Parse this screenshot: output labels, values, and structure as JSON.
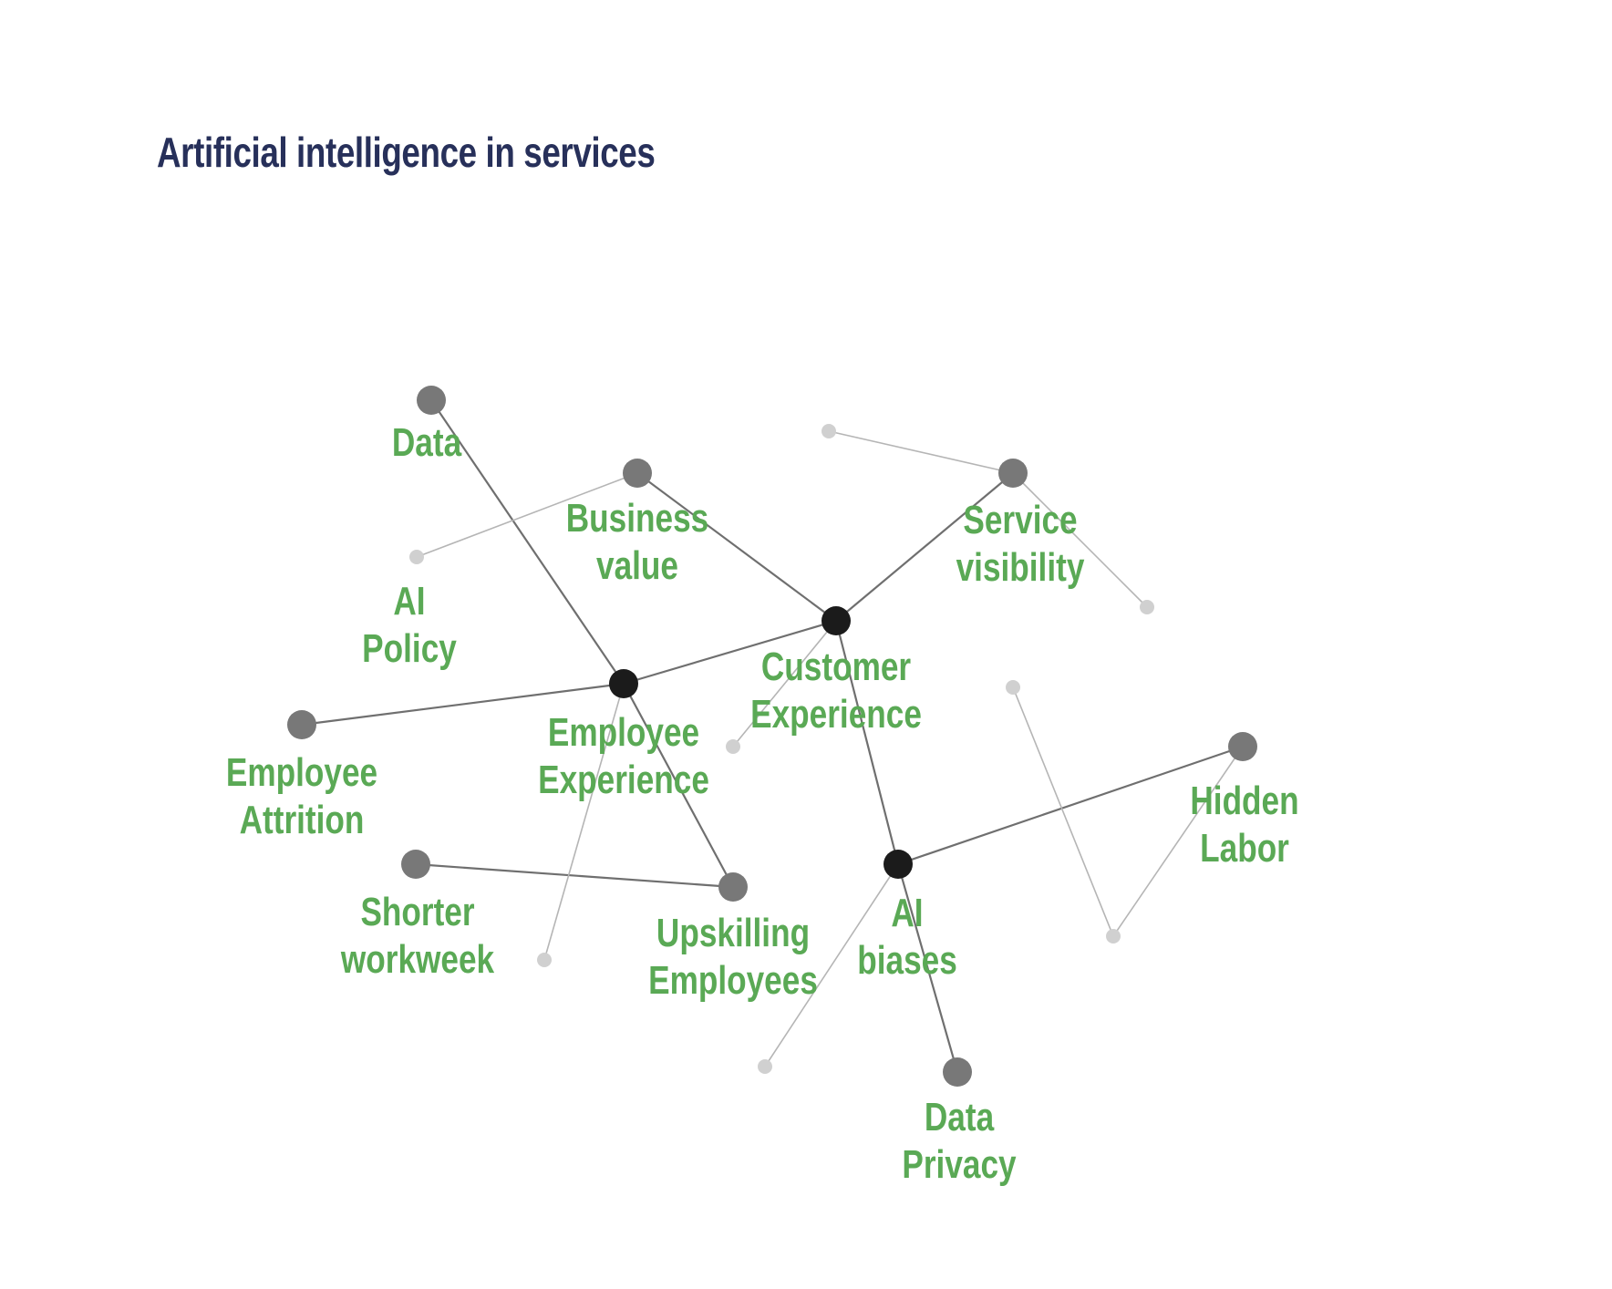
{
  "title": "Artificial intelligence in services",
  "colors": {
    "title": "#27305a",
    "label": "#5aa955",
    "hub_node": "#1b1b1b",
    "mid_node": "#787878",
    "small_node": "#d0d0d0",
    "strong_edge": "#6f6f6f",
    "weak_edge": "#b5b5b5"
  },
  "nodes": [
    {
      "id": "customer_experience",
      "label": [
        "Customer",
        "Experience"
      ],
      "kind": "hub"
    },
    {
      "id": "employee_experience",
      "label": [
        "Employee",
        "Experience"
      ],
      "kind": "hub"
    },
    {
      "id": "ai_biases",
      "label": [
        "AI",
        "biases"
      ],
      "kind": "hub"
    },
    {
      "id": "data",
      "label": [
        "Data"
      ],
      "kind": "mid"
    },
    {
      "id": "business_value",
      "label": [
        "Business",
        "value"
      ],
      "kind": "mid"
    },
    {
      "id": "service_visibility",
      "label": [
        "Service",
        "visibility"
      ],
      "kind": "mid"
    },
    {
      "id": "employee_attrition",
      "label": [
        "Employee",
        "Attrition"
      ],
      "kind": "mid"
    },
    {
      "id": "shorter_workweek",
      "label": [
        "Shorter",
        "workweek"
      ],
      "kind": "mid"
    },
    {
      "id": "upskilling_employees",
      "label": [
        "Upskilling",
        "Employees"
      ],
      "kind": "mid"
    },
    {
      "id": "hidden_labor",
      "label": [
        "Hidden",
        "Labor"
      ],
      "kind": "mid"
    },
    {
      "id": "data_privacy",
      "label": [
        "Data",
        "Privacy"
      ],
      "kind": "mid"
    },
    {
      "id": "ai_policy",
      "label": [
        "AI",
        "Policy"
      ],
      "kind": "small"
    },
    {
      "id": "s1",
      "label": [],
      "kind": "small"
    },
    {
      "id": "s2",
      "label": [],
      "kind": "small"
    },
    {
      "id": "s3",
      "label": [],
      "kind": "small"
    },
    {
      "id": "s4",
      "label": [],
      "kind": "small"
    },
    {
      "id": "s5",
      "label": [],
      "kind": "small"
    },
    {
      "id": "s6",
      "label": [],
      "kind": "small"
    },
    {
      "id": "s7",
      "label": [],
      "kind": "small"
    }
  ],
  "edges": [
    {
      "from": "data",
      "to": "employee_experience",
      "kind": "strong"
    },
    {
      "from": "employee_experience",
      "to": "upskilling_employees",
      "kind": "strong"
    },
    {
      "from": "employee_experience",
      "to": "employee_attrition",
      "kind": "strong"
    },
    {
      "from": "employee_experience",
      "to": "customer_experience",
      "kind": "strong"
    },
    {
      "from": "business_value",
      "to": "customer_experience",
      "kind": "strong"
    },
    {
      "from": "service_visibility",
      "to": "customer_experience",
      "kind": "strong"
    },
    {
      "from": "customer_experience",
      "to": "ai_biases",
      "kind": "strong"
    },
    {
      "from": "ai_biases",
      "to": "hidden_labor",
      "kind": "strong"
    },
    {
      "from": "ai_biases",
      "to": "data_privacy",
      "kind": "strong"
    },
    {
      "from": "shorter_workweek",
      "to": "upskilling_employees",
      "kind": "strong"
    },
    {
      "from": "ai_policy",
      "to": "business_value",
      "kind": "weak"
    },
    {
      "from": "s1",
      "to": "service_visibility",
      "kind": "weak"
    },
    {
      "from": "service_visibility",
      "to": "s2",
      "kind": "weak"
    },
    {
      "from": "customer_experience",
      "to": "s3",
      "kind": "weak"
    },
    {
      "from": "employee_experience",
      "to": "s4",
      "kind": "weak"
    },
    {
      "from": "ai_biases",
      "to": "s5",
      "kind": "weak"
    },
    {
      "from": "s6",
      "to": "s7",
      "kind": "weak"
    },
    {
      "from": "s7",
      "to": "hidden_labor",
      "kind": "weak"
    }
  ]
}
